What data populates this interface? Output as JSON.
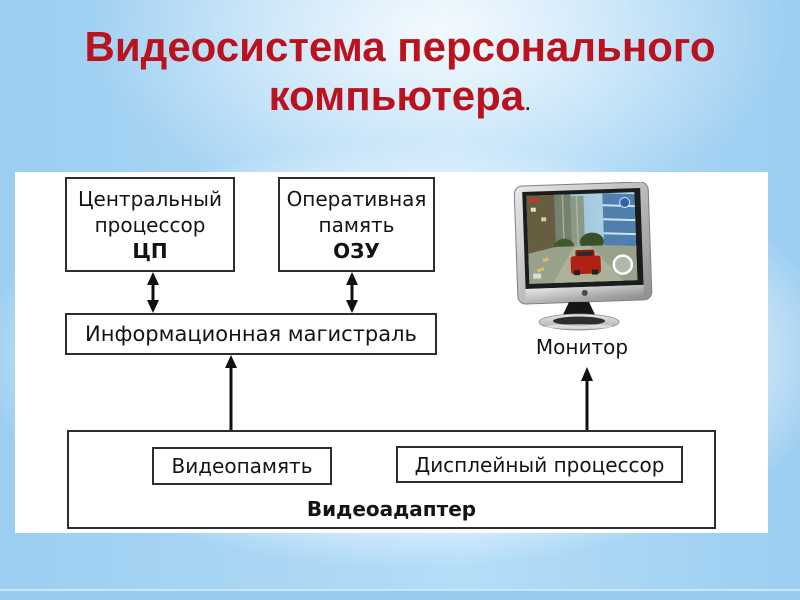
{
  "title": {
    "line1": "Видеосистема персонального",
    "line2": "компьютера",
    "period": ".",
    "color": "#b8131f"
  },
  "diagram": {
    "cpu": {
      "name": "Центральный процессор",
      "abbr": "ЦП"
    },
    "ram": {
      "name": "Оперативная память",
      "abbr": "ОЗУ"
    },
    "bus": {
      "label": "Информационная магистраль"
    },
    "vram": {
      "label": "Видеопамять"
    },
    "display_processor": {
      "label": "Дисплейный процессор"
    },
    "adapter": {
      "label": "Видеоадаптер"
    },
    "monitor": {
      "label": "Монитор",
      "image": "lcd-monitor-racing-game-photo"
    }
  },
  "colors": {
    "title_red": "#b8131f",
    "background_blue": "#9ccef1",
    "panel_white": "#ffffff",
    "diagram_line": "#1a1a1a"
  }
}
